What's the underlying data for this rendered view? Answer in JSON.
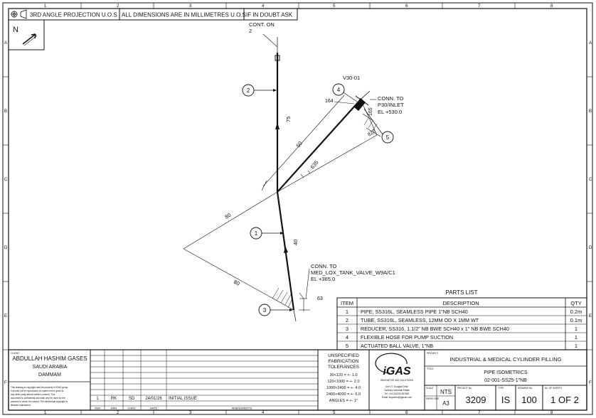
{
  "header": {
    "projection": "3RD ANGLE PROJECTION U.O.S",
    "dimensions_note": "ALL DIMENSIONS ARE IN MILLIMETRES U.O.S",
    "doubt_note": "IF IN DOUBT ASK"
  },
  "grid": {
    "columns": [
      "1",
      "2",
      "3",
      "4",
      "5",
      "6",
      "7",
      "8"
    ],
    "rows": [
      "A",
      "B",
      "C",
      "D",
      "E",
      "F"
    ]
  },
  "north": "N",
  "drawing": {
    "cont_on": "CONT. ON",
    "cont_on_num": "2",
    "line_ref": "V30-01",
    "conn_top_1": "CONN. TO",
    "conn_top_2": "P30/INLET",
    "conn_top_3": "EL +530.0",
    "conn_bot_1": "CONN. TO",
    "conn_bot_2": "MED_LOX_TANK_VALVE_W9A/C1",
    "conn_bot_3": "EL +365.0",
    "dims": {
      "d75": "75",
      "d50": "50",
      "d635": "635",
      "d164": "164",
      "d165": "165",
      "d822": "822",
      "d80a": "80",
      "d80b": "80",
      "d40": "40",
      "d63": "63"
    },
    "balloons": [
      "1",
      "2",
      "3",
      "4",
      "5"
    ]
  },
  "parts_list": {
    "title": "PARTS LIST",
    "headers": [
      "ITEM",
      "DESCRIPTION",
      "QTY"
    ],
    "rows": [
      {
        "item": "1",
        "desc": "PIPE, SS316L, SEAMLESS PIPE 1\"NB SCH40",
        "qty": "0.2m"
      },
      {
        "item": "2",
        "desc": "TUBE, SS316L, SEAMLESS, 12MM OD X 1MM WT",
        "qty": "0.1m"
      },
      {
        "item": "3",
        "desc": "REDUCER, SS316, 1.1/2\" NB BWE SCH40 x 1\" NB BWE SCH40",
        "qty": "1"
      },
      {
        "item": "4",
        "desc": "FLEXIBLE HOSE FOR PUMP SUCTION",
        "qty": "1"
      },
      {
        "item": "5",
        "desc": "ACTUATED BALL VALVE, 1\"NB",
        "qty": "1"
      }
    ]
  },
  "client": {
    "label": "CLIENT",
    "name": "ABDULLAH HASHIM GASES",
    "country": "SAUDI ARABIA",
    "city": "DAMMAM",
    "disclaimer_1": "This drawing is copyright and the property of IGAS group.",
    "disclaimer_2": "It should not be reproduced or copies lent or given to",
    "disclaimer_3": "any other party without written consent. This",
    "disclaimer_4": "document is confidential and shall only be used for the",
    "disclaimer_5": "purpose to which it is issued. The intellectual copyright is",
    "disclaimer_6": "likewise maintained."
  },
  "revision": {
    "row": {
      "rev": "1",
      "drn": "RK",
      "chkd": "SD",
      "date": "24/01/26",
      "amend": "INITIAL ISSUE"
    },
    "headers": {
      "rev": "VER",
      "drn": "DRN",
      "chkd": "CHKD",
      "date": "DATE",
      "amend": "AMENDMENTS"
    }
  },
  "tolerances": {
    "title_1": "UNSPECIFIED",
    "title_2": "FABRICATION",
    "title_3": "TOLERANCES",
    "rows": [
      "30<120 = +- 1.0",
      "120<1000 = +- 2.0",
      "1000<2400 = +- 4.0",
      "2400<4000 = +- 6.0",
      "ANGLES = +- 1°"
    ]
  },
  "logo": {
    "text": "iGAS",
    "sub": "INNOVATIVE GAS SOLUTIONS",
    "addr_1": "Unit 17, Douglas Drive",
    "addr_2": "Cadbury Industrial Estate",
    "addr_3": "Tel: +44 (0)1234 567890",
    "addr_4": "Email: enquiries@igasuk.com"
  },
  "title_block": {
    "project_label": "PROJECT",
    "project": "INDUSTRIAL & MEDICAL CYLINDER FILLING",
    "title_label": "TITLE",
    "title": "PIPE ISOMETRICS",
    "drawing_ref": "02-001-SS25-1\"NB",
    "scale_label": "SCALE",
    "scale": "NTS",
    "size_label": "PAPER SIZE",
    "size": "A3",
    "project_no_label": "PROJECT No.",
    "project_no": "3209",
    "type_label": "TYPE",
    "type": "IS",
    "drawing_no_label": "DRAWING No.",
    "drawing_no": "100",
    "sheets_label": "No. OF SHEETS",
    "sheets": "1 OF 2"
  }
}
